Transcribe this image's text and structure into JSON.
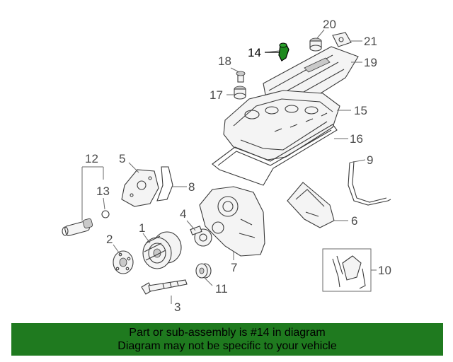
{
  "callouts": {
    "c1": "1",
    "c2": "2",
    "c3": "3",
    "c4": "4",
    "c5": "5",
    "c6": "6",
    "c7": "7",
    "c8": "8",
    "c9": "9",
    "c10": "10",
    "c11": "11",
    "c12": "12",
    "c13": "13",
    "c14": "14",
    "c15": "15",
    "c16": "16",
    "c17": "17",
    "c18": "18",
    "c19": "19",
    "c20": "20",
    "c21": "21"
  },
  "highlight": {
    "part_color": "#1f8a1f"
  },
  "banner": {
    "line1": "Part or sub-assembly is #14 in diagram",
    "line2": "Diagram may not be specific to your vehicle",
    "color": "#1f7a1f"
  }
}
